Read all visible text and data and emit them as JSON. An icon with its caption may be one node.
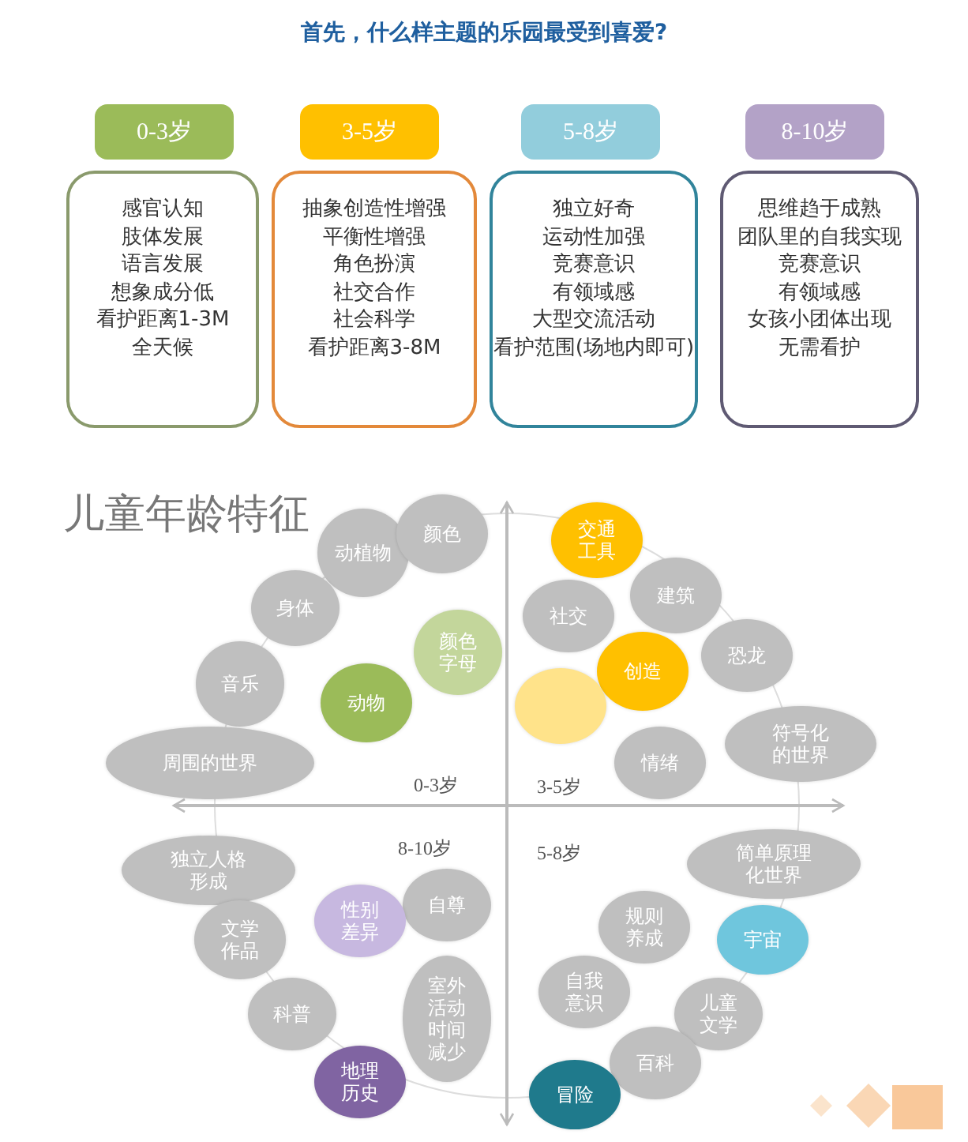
{
  "diagram": {
    "title": "首先，什么样主题的乐园最受到喜爱?",
    "nodes": [
      {
        "text": [
          "0-3岁"
        ]
      },
      {
        "text": [
          "3-5岁"
        ]
      },
      {
        "text": [
          "5-8岁"
        ]
      },
      {
        "text": [
          "8-10岁"
        ]
      },
      {
        "text": [
          "感官认知",
          "肢体发展",
          "语言发展",
          "想象成分低",
          "看护距离1-3M",
          "全天候"
        ]
      },
      {
        "text": [
          "抽象创造性增强",
          "平衡性增强",
          "角色扮演",
          "社交合作",
          "社会科学",
          "看护距离3-8M"
        ]
      },
      {
        "text": [
          "独立好奇",
          "运动性加强",
          "竞赛意识",
          "有领域感",
          "大型交流活动",
          "看护范围(场地内即可)"
        ]
      },
      {
        "text": [
          "思维趋于成熟",
          "团队里的自我实现",
          "竞赛意识",
          "有领域感",
          "女孩小团体出现",
          "无需看护"
        ]
      },
      {
        "text": [
          "动植物"
        ]
      },
      {
        "text": [
          "颜色"
        ]
      },
      {
        "text": [
          "交通工具"
        ]
      },
      {
        "text": [
          "身体"
        ]
      },
      {
        "text": [
          "社交"
        ]
      },
      {
        "text": [
          "建筑"
        ]
      },
      {
        "text": [
          "颜色字母"
        ]
      },
      {
        "text": [
          "恐龙"
        ]
      },
      {
        "text": [
          "创造"
        ]
      },
      {
        "text": [
          "音乐"
        ]
      },
      {
        "text": [
          "动物"
        ]
      },
      {
        "text": [],
        "shape": "circle"
      },
      {
        "text": [
          "周围的世界"
        ]
      },
      {
        "text": [
          "符号化的世界"
        ]
      },
      {
        "text": [
          "情绪"
        ]
      },
      {
        "text": [
          "独立人格形成"
        ]
      },
      {
        "text": [
          "简单原理化世界"
        ]
      },
      {
        "text": [
          "自尊"
        ]
      },
      {
        "text": [
          "性别差异"
        ]
      },
      {
        "text": [
          "规则养成"
        ]
      },
      {
        "text": [
          "文学作品"
        ]
      },
      {
        "text": [
          "宇宙"
        ]
      },
      {
        "text": [
          "自我意识"
        ]
      },
      {
        "text": [
          "科普"
        ]
      },
      {
        "text": [
          "室外活动时间减少"
        ]
      },
      {
        "text": [
          "儿童文学"
        ]
      },
      {
        "text": [
          "百科"
        ]
      },
      {
        "text": [
          "地理历史"
        ]
      },
      {
        "text": [
          "冒险"
        ]
      }
    ],
    "labels": [
      "儿童年龄特征",
      "0-3岁",
      "3-5岁",
      "8-10岁",
      "5-8岁"
    ]
  }
}
